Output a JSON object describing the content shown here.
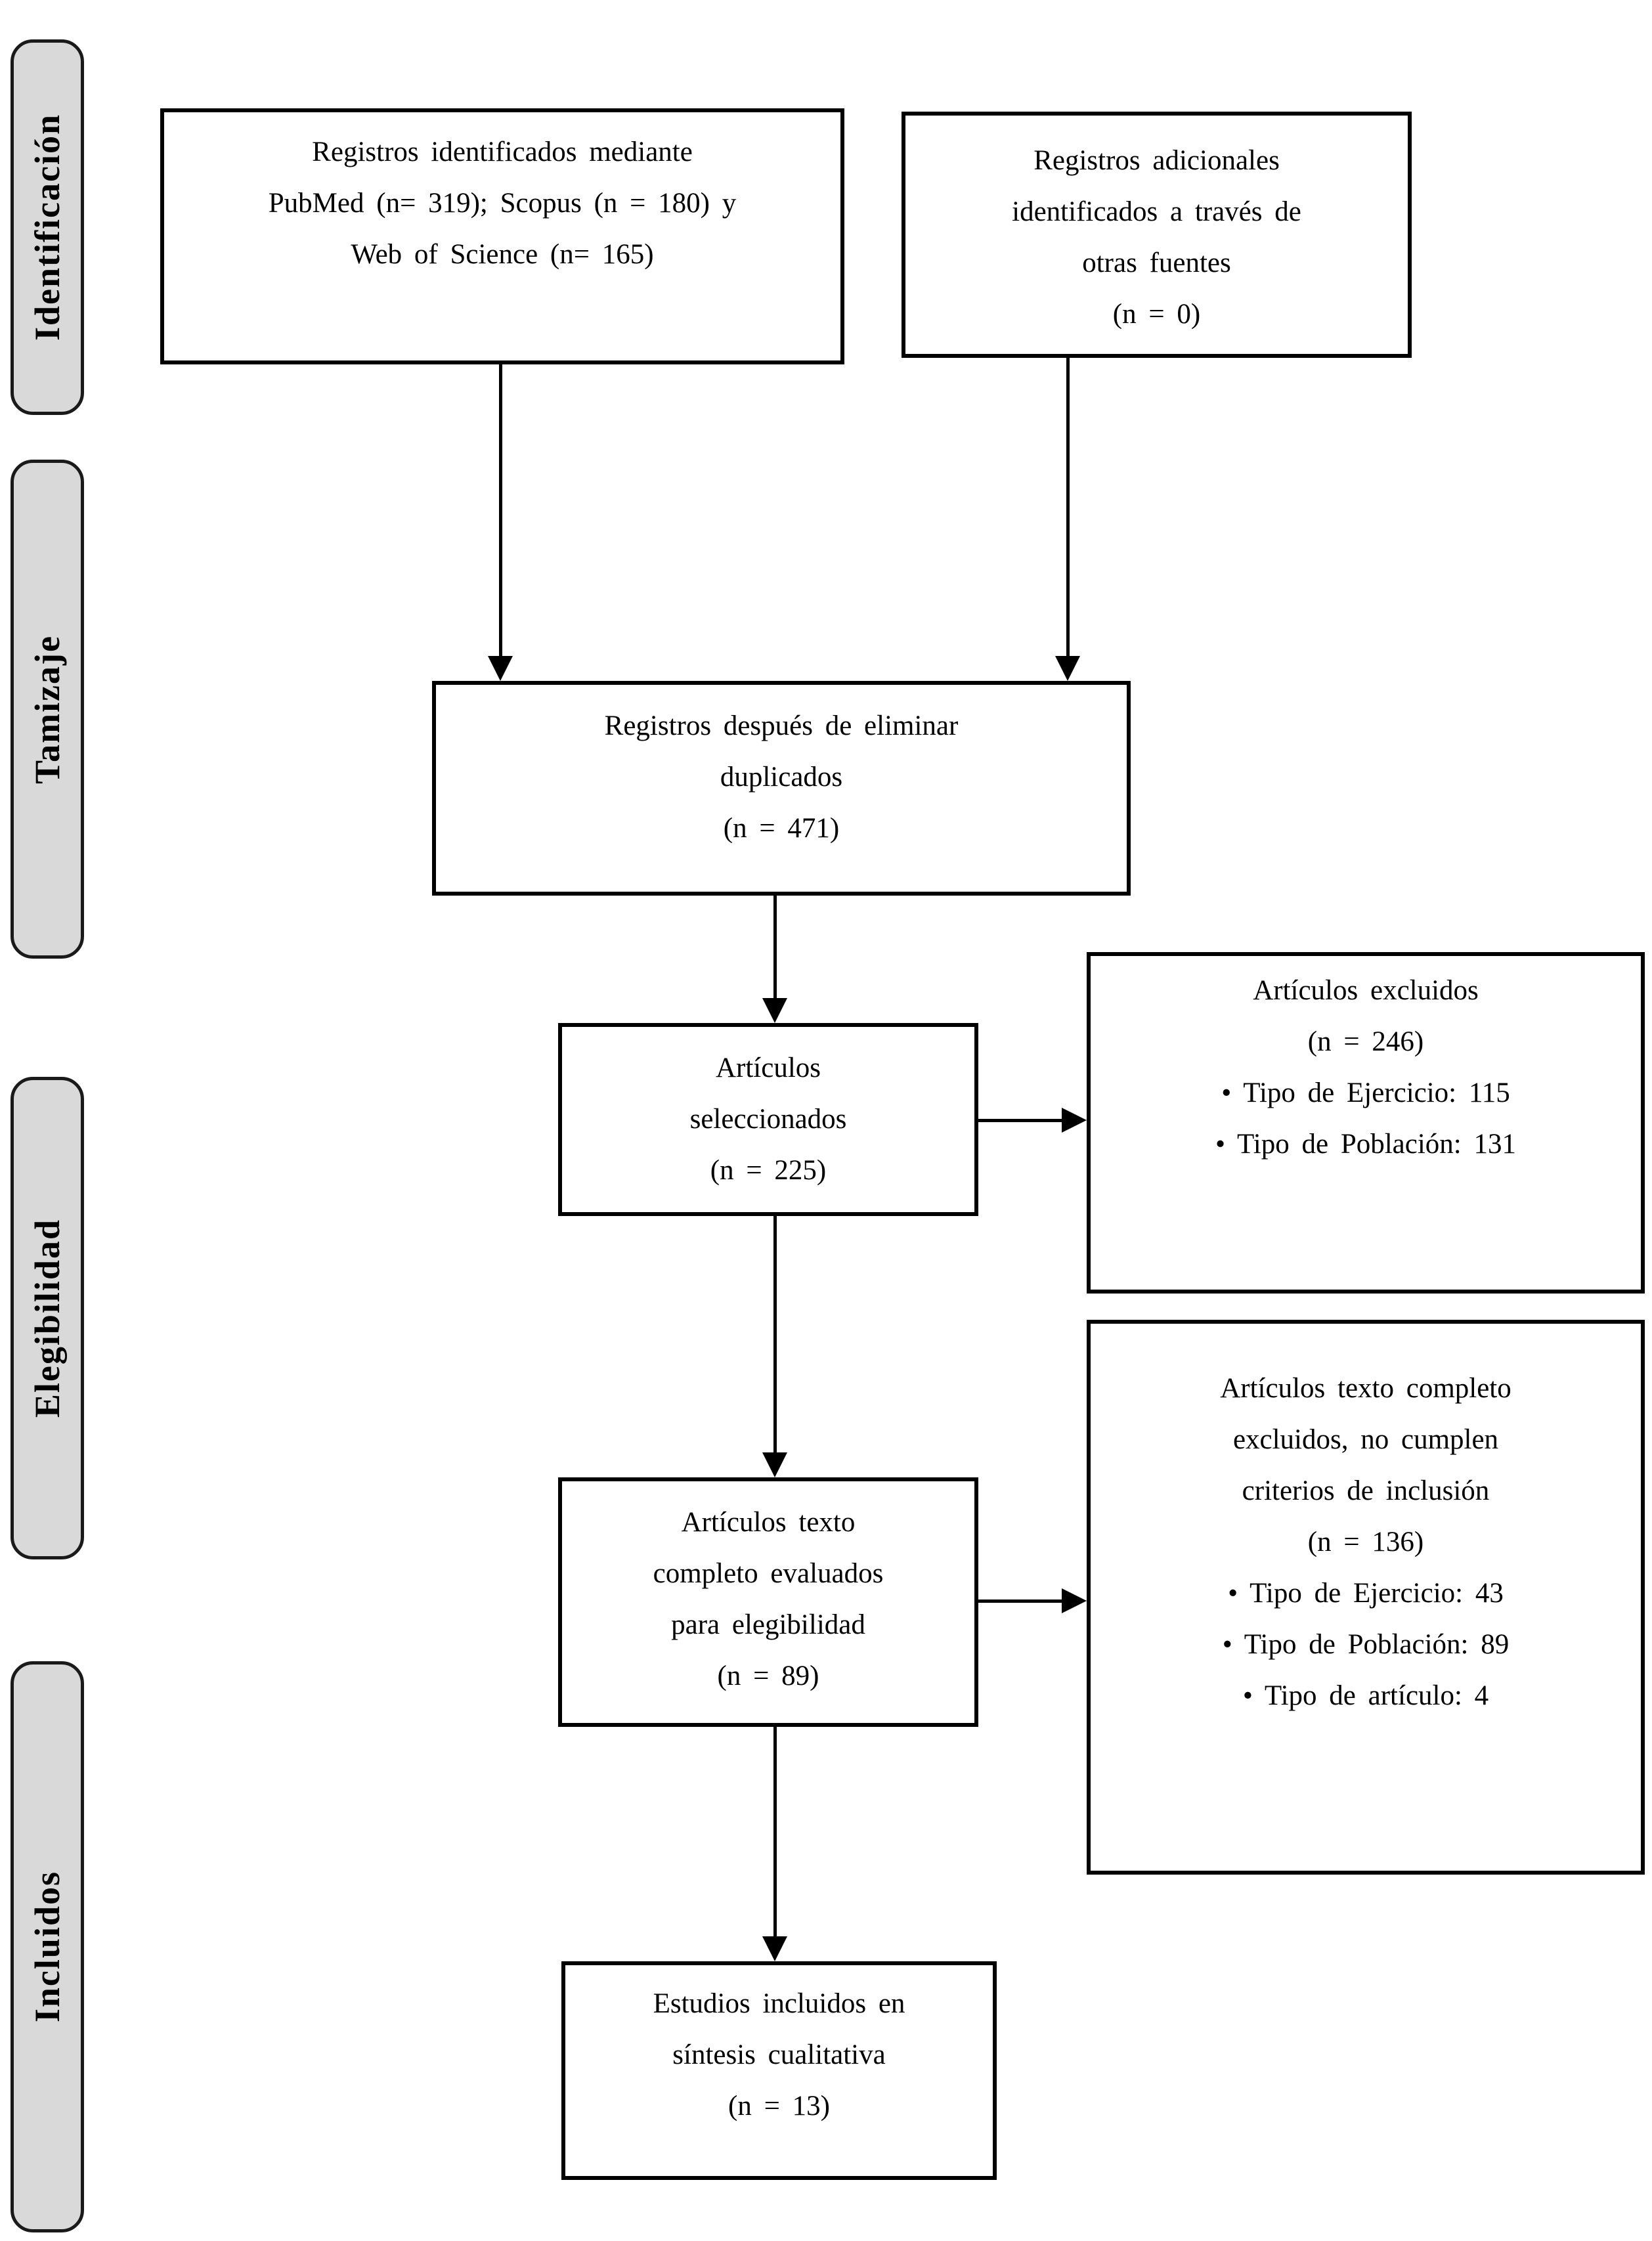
{
  "stages": [
    {
      "key": "identificacion",
      "label": "Identificación"
    },
    {
      "key": "tamizaje",
      "label": "Tamizaje"
    },
    {
      "key": "elegibilidad",
      "label": "Elegibilidad"
    },
    {
      "key": "incluidos",
      "label": "Incluidos"
    }
  ],
  "boxes": {
    "identified": {
      "lines": [
        "Registros identificados mediante",
        "PubMed (n= 319); Scopus (n = 180) y",
        "Web of Science (n= 165)"
      ]
    },
    "additional": {
      "lines": [
        "Registros adicionales",
        "identificados a través de",
        "otras fuentes",
        "(n = 0)"
      ]
    },
    "deduplicated": {
      "lines": [
        "Registros después de eliminar",
        "duplicados",
        "(n = 471)"
      ]
    },
    "selected": {
      "lines": [
        "Artículos",
        "seleccionados",
        "(n = 225)"
      ]
    },
    "excluded": {
      "lines": [
        "Artículos excluidos",
        "(n = 246)",
        "• Tipo de Ejercicio: 115",
        "• Tipo de Población: 131"
      ]
    },
    "fulltext_evaluated": {
      "lines": [
        "Artículos texto",
        "completo evaluados",
        "para elegibilidad",
        "(n = 89)"
      ]
    },
    "fulltext_excluded": {
      "lines": [
        "Artículos texto completo",
        "excluidos, no cumplen",
        "criterios de inclusión",
        "(n = 136)",
        "• Tipo de Ejercicio: 43",
        "• Tipo de Población: 89",
        "• Tipo de artículo: 4"
      ]
    },
    "included": {
      "lines": [
        "Estudios incluidos en",
        "síntesis cualitativa",
        "(n = 13)"
      ]
    }
  },
  "edges": [
    {
      "from": "identified",
      "to": "deduplicated",
      "direction": "down"
    },
    {
      "from": "additional",
      "to": "deduplicated",
      "direction": "down"
    },
    {
      "from": "deduplicated",
      "to": "selected",
      "direction": "down"
    },
    {
      "from": "selected",
      "to": "excluded",
      "direction": "right"
    },
    {
      "from": "selected",
      "to": "fulltext_evaluated",
      "direction": "down"
    },
    {
      "from": "fulltext_evaluated",
      "to": "fulltext_excluded",
      "direction": "right"
    },
    {
      "from": "fulltext_evaluated",
      "to": "included",
      "direction": "down"
    }
  ],
  "colors": {
    "stage_fill": "#d9d9d9",
    "stage_border": "#1a1a1a",
    "box_border": "#000000",
    "text": "#000000",
    "arrow": "#000000",
    "background": "#ffffff"
  }
}
